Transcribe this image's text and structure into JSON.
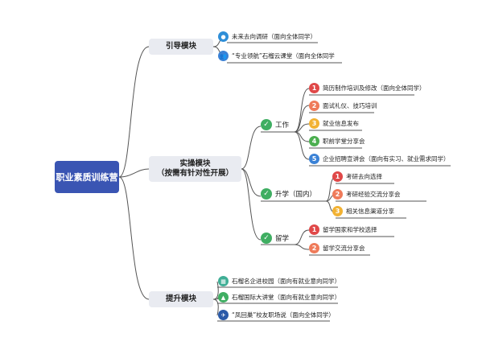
{
  "root": {
    "label": "职业素质训练营"
  },
  "branches": [
    {
      "label": "引导模块",
      "items": [
        {
          "label": "未来去向调研（面向全体同学）",
          "icon": "globe-icon"
        },
        {
          "label": "“专业领航”石榴云课堂（面向全体同学",
          "icon": "people-icon"
        }
      ]
    },
    {
      "label_line1": "实操模块",
      "label_line2": "（按需有针对性开展）",
      "groups": [
        {
          "label": "工作",
          "items": [
            {
              "num": "1",
              "label": "简历制作培训及修改（面向全体同学）"
            },
            {
              "num": "2",
              "label": "面试礼仪、技巧培训"
            },
            {
              "num": "3",
              "label": "就业信息发布"
            },
            {
              "num": "4",
              "label": "职前学堂分享会"
            },
            {
              "num": "5",
              "label": "企业招聘宣讲会（面向有实习、就业需求同学）"
            }
          ]
        },
        {
          "label": "升学（国内）",
          "items": [
            {
              "num": "1",
              "label": "考研去向选择"
            },
            {
              "num": "2",
              "label": "考研经验交流分享会"
            },
            {
              "num": "3",
              "label": "相关信息渠道分享"
            }
          ]
        },
        {
          "label": "留学",
          "items": [
            {
              "num": "1",
              "label": "留学国家和学校选择"
            },
            {
              "num": "2",
              "label": "留学交流分享会"
            }
          ]
        }
      ]
    },
    {
      "label": "提升模块",
      "items": [
        {
          "label": "石榴名企进校园（面向有就业意向同学）",
          "icon": "building-icon"
        },
        {
          "label": "石榴国际大讲堂（面向有就业意向同学）",
          "icon": "podium-icon"
        },
        {
          "label": "“凤回巢”校友职场说（面向全体同学）",
          "icon": "bird-icon"
        }
      ]
    }
  ],
  "colors": {
    "root": "#3a55b3",
    "check": "#3fae62",
    "num1": "#e04848",
    "num2": "#ef7b5a",
    "num3": "#f2b233",
    "num4": "#4caf50",
    "num5": "#3b82d6"
  }
}
